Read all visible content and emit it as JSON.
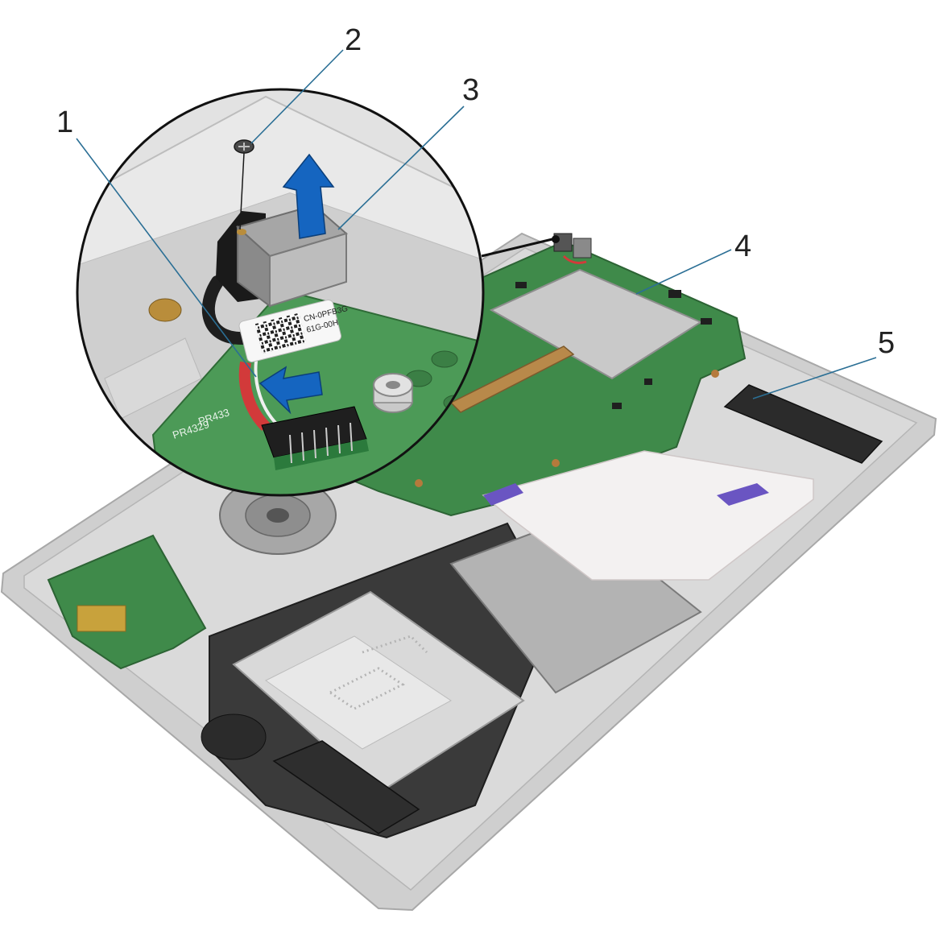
{
  "callouts": [
    {
      "id": "1",
      "label": "1"
    },
    {
      "id": "2",
      "label": "2"
    },
    {
      "id": "3",
      "label": "3"
    },
    {
      "id": "4",
      "label": "4"
    },
    {
      "id": "5",
      "label": "5"
    }
  ],
  "cable_label": {
    "line1": "CN-0PFB3G",
    "line2": "61G-00H"
  },
  "board_markings": {
    "pr1": "PR4329",
    "pr2": "PR433"
  },
  "colors": {
    "arrow": "#1565c0",
    "board": "#3f8a4a",
    "chassis": "#d6d6d6",
    "wire_red": "#d23a3a"
  }
}
